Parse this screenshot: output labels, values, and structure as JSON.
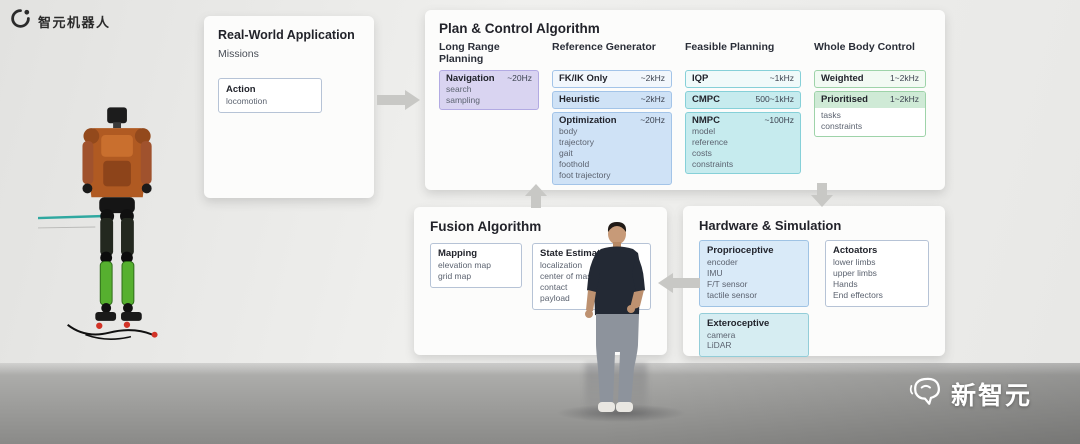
{
  "brand": {
    "name": "智元机器人"
  },
  "watermark": {
    "name": "新智元"
  },
  "real_world": {
    "title": "Real-World Application",
    "subtitle": "Missions",
    "action_box": {
      "title": "Action",
      "items": [
        "locomotion"
      ]
    }
  },
  "plan_control": {
    "title": "Plan & Control Algorithm",
    "columns": [
      {
        "header": "Long Range Planning",
        "boxes": [
          {
            "label": "Navigation",
            "rate": "~20Hz",
            "items": [
              "search",
              "sampling"
            ]
          }
        ]
      },
      {
        "header": "Reference Generator",
        "boxes": [
          {
            "label": "FK/IK Only",
            "rate": "~2kHz",
            "items": []
          },
          {
            "label": "Heuristic",
            "rate": "~2kHz",
            "items": []
          },
          {
            "label": "Optimization",
            "rate": "~20Hz",
            "items": [
              "body",
              "trajectory",
              "gait",
              "foothold",
              "foot trajectory"
            ]
          }
        ]
      },
      {
        "header": "Feasible Planning",
        "boxes": [
          {
            "label": "IQP",
            "rate": "~1kHz",
            "items": []
          },
          {
            "label": "CMPC",
            "rate": "500~1kHz",
            "items": []
          },
          {
            "label": "NMPC",
            "rate": "~100Hz",
            "items": [
              "model",
              "reference",
              "costs",
              "constraints"
            ]
          }
        ]
      },
      {
        "header": "Whole Body Control",
        "boxes": [
          {
            "label": "Weighted",
            "rate": "1~2kHz",
            "items": []
          },
          {
            "label": "Prioritised",
            "rate": "1~2kHz",
            "items": [
              "tasks",
              "constraints"
            ]
          }
        ]
      }
    ]
  },
  "fusion": {
    "title": "Fusion Algorithm",
    "boxes": [
      {
        "label": "Mapping",
        "items": [
          "elevation map",
          "grid map"
        ]
      },
      {
        "label": "State Estimation",
        "items": [
          "localization",
          "center of mass",
          "contact",
          "payload"
        ]
      }
    ]
  },
  "hardware": {
    "title": "Hardware & Simulation",
    "boxes": [
      {
        "label": "Proprioceptive",
        "items": [
          "encoder",
          "IMU",
          "F/T sensor",
          "tactile sensor"
        ]
      },
      {
        "label": "Exteroceptive",
        "items": [
          "camera",
          "LiDAR"
        ]
      },
      {
        "label": "Actoators",
        "items": [
          "lower limbs",
          "upper limbs",
          "Hands",
          "End effectors"
        ]
      }
    ]
  }
}
